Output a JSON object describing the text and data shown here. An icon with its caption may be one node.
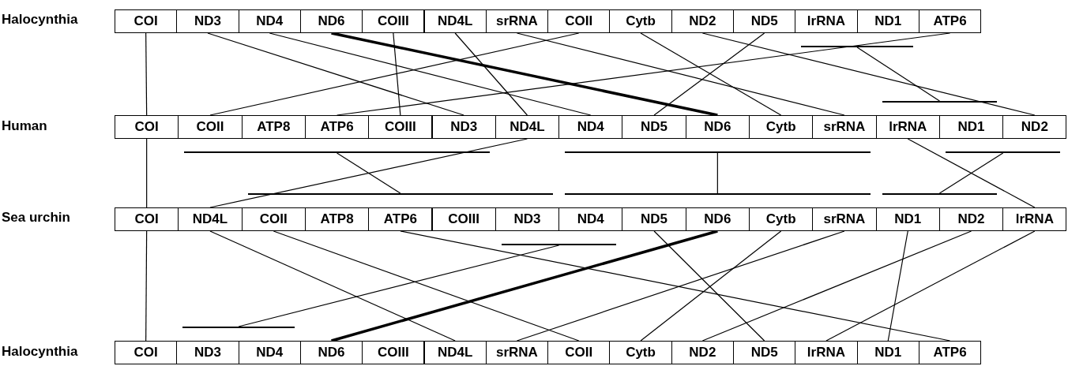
{
  "diagram": {
    "nodes": [
      {
        "text": [
          "COI"
        ]
      },
      {
        "text": [
          "ND3"
        ]
      },
      {
        "text": [
          "ND4"
        ]
      },
      {
        "text": [
          "ND6"
        ]
      },
      {
        "text": [
          "COIII"
        ]
      },
      {
        "text": [
          "ND4L"
        ]
      },
      {
        "text": [
          "srRNA"
        ]
      },
      {
        "text": [
          "COII"
        ]
      },
      {
        "text": [
          "Cytb"
        ]
      },
      {
        "text": [
          "ND2"
        ]
      },
      {
        "text": [
          "ND5"
        ]
      },
      {
        "text": [
          "lrRNA"
        ]
      },
      {
        "text": [
          "ND1"
        ]
      },
      {
        "text": [
          "ATP6"
        ]
      },
      {
        "text": [
          "COI"
        ]
      },
      {
        "text": [
          "COII"
        ]
      },
      {
        "text": [
          "ATP8"
        ]
      },
      {
        "text": [
          "ATP6"
        ]
      },
      {
        "text": [
          "COIII"
        ]
      },
      {
        "text": [
          "ND3"
        ]
      },
      {
        "text": [
          "ND4L"
        ]
      },
      {
        "text": [
          "ND4"
        ]
      },
      {
        "text": [
          "ND5"
        ]
      },
      {
        "text": [
          "ND6"
        ]
      },
      {
        "text": [
          "Cytb"
        ]
      },
      {
        "text": [
          "srRNA"
        ]
      },
      {
        "text": [
          "lrRNA"
        ]
      },
      {
        "text": [
          "ND1"
        ]
      },
      {
        "text": [
          "ND2"
        ]
      },
      {
        "text": [
          "COI"
        ]
      },
      {
        "text": [
          "ND4L"
        ]
      },
      {
        "text": [
          "COII"
        ]
      },
      {
        "text": [
          "ATP8"
        ]
      },
      {
        "text": [
          "ATP6"
        ]
      },
      {
        "text": [
          "COIII"
        ]
      },
      {
        "text": [
          "ND3"
        ]
      },
      {
        "text": [
          "ND4"
        ]
      },
      {
        "text": [
          "ND5"
        ]
      },
      {
        "text": [
          "ND6"
        ]
      },
      {
        "text": [
          "Cytb"
        ]
      },
      {
        "text": [
          "srRNA"
        ]
      },
      {
        "text": [
          "ND1"
        ]
      },
      {
        "text": [
          "ND2"
        ]
      },
      {
        "text": [
          "lrRNA"
        ]
      },
      {
        "text": [
          "COI"
        ]
      },
      {
        "text": [
          "ND3"
        ]
      },
      {
        "text": [
          "ND4"
        ]
      },
      {
        "text": [
          "ND6"
        ]
      },
      {
        "text": [
          "COIII"
        ]
      },
      {
        "text": [
          "ND4L"
        ]
      },
      {
        "text": [
          "srRNA"
        ]
      },
      {
        "text": [
          "COII"
        ]
      },
      {
        "text": [
          "Cytb"
        ]
      },
      {
        "text": [
          "ND2"
        ]
      },
      {
        "text": [
          "ND5"
        ]
      },
      {
        "text": [
          "lrRNA"
        ]
      },
      {
        "text": [
          "ND1"
        ]
      },
      {
        "text": [
          "ATP6"
        ]
      },
      {
        "text": [],
        "shape": "bar"
      },
      {
        "text": [],
        "shape": "bar"
      },
      {
        "text": [],
        "shape": "bar"
      },
      {
        "text": [],
        "shape": "bar"
      },
      {
        "text": [],
        "shape": "bar"
      },
      {
        "text": [],
        "shape": "bar"
      },
      {
        "text": [],
        "shape": "bar"
      },
      {
        "text": [],
        "shape": "bar"
      },
      {
        "text": [],
        "shape": "bar"
      },
      {
        "text": [],
        "shape": "bar"
      }
    ],
    "edges": [
      {
        "from": 0,
        "to": 14,
        "arrow": "none"
      },
      {
        "from": 1,
        "to": 19,
        "arrow": "none"
      },
      {
        "from": 2,
        "to": 21,
        "arrow": "none"
      },
      {
        "from": 3,
        "to": 23,
        "arrow": "none",
        "style": "thick"
      },
      {
        "from": 4,
        "to": 18,
        "arrow": "none"
      },
      {
        "from": 5,
        "to": 20,
        "arrow": "none"
      },
      {
        "from": 6,
        "to": 25,
        "arrow": "none"
      },
      {
        "from": 7,
        "to": 15,
        "arrow": "none"
      },
      {
        "from": 8,
        "to": 24,
        "arrow": "none"
      },
      {
        "from": 9,
        "to": 28,
        "arrow": "none"
      },
      {
        "from": 10,
        "to": 22,
        "arrow": "none"
      },
      {
        "from": 58,
        "to": 59,
        "arrow": "none"
      },
      {
        "from": 13,
        "to": 17,
        "arrow": "none"
      },
      {
        "from": 14,
        "to": 29,
        "arrow": "none"
      },
      {
        "from": 60,
        "to": 63,
        "arrow": "none"
      },
      {
        "from": 20,
        "to": 30,
        "arrow": "none"
      },
      {
        "from": 61,
        "to": 64,
        "arrow": "none"
      },
      {
        "from": 26,
        "to": 43,
        "arrow": "none"
      },
      {
        "from": 62,
        "to": 65,
        "arrow": "none"
      },
      {
        "from": 29,
        "to": 44,
        "arrow": "none"
      },
      {
        "from": 30,
        "to": 49,
        "arrow": "none"
      },
      {
        "from": 31,
        "to": 51,
        "arrow": "none"
      },
      {
        "from": 33,
        "to": 57,
        "arrow": "none"
      },
      {
        "from": 66,
        "to": 67,
        "arrow": "none"
      },
      {
        "from": 37,
        "to": 54,
        "arrow": "none"
      },
      {
        "from": 38,
        "to": 47,
        "arrow": "none",
        "style": "thick"
      },
      {
        "from": 39,
        "to": 52,
        "arrow": "none"
      },
      {
        "from": 40,
        "to": 50,
        "arrow": "none"
      },
      {
        "from": 41,
        "to": 56,
        "arrow": "none"
      },
      {
        "from": 42,
        "to": 53,
        "arrow": "none"
      },
      {
        "from": 43,
        "to": 55,
        "arrow": "none"
      }
    ],
    "labels": [
      "Halocynthia",
      "Human",
      "Sea urchin",
      "Halocynthia"
    ]
  }
}
